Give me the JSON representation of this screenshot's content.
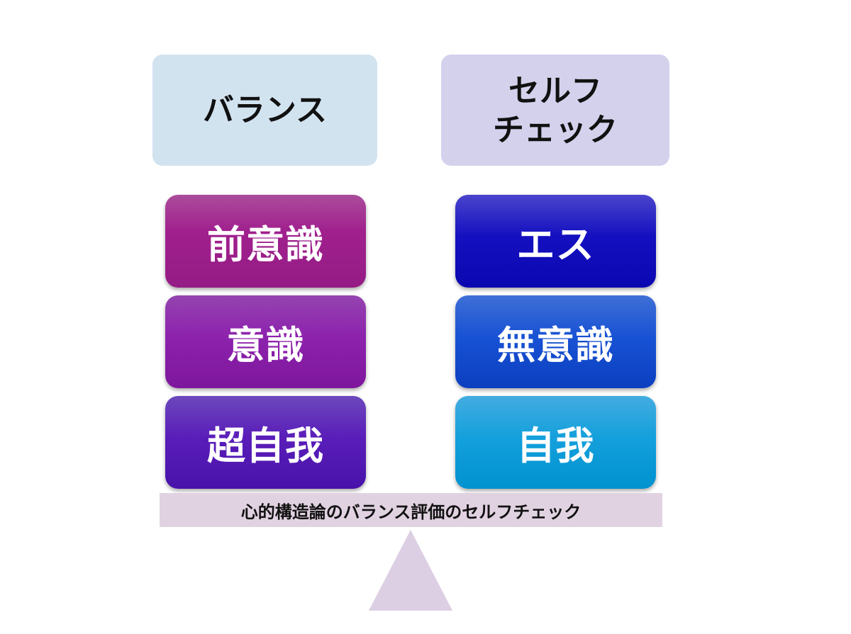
{
  "headers": {
    "left": "バランス",
    "right": "セルフ\nチェック"
  },
  "left_column": [
    "前意識",
    "意識",
    "超自我"
  ],
  "right_column": [
    "エス",
    "無意識",
    "自我"
  ],
  "banner": "心的構造論のバランス評価のセルフチェック",
  "colors": {
    "left_header": "#d2e3f0",
    "right_header": "#d3d1ec",
    "banner": "#e1d2e1",
    "fulcrum": "#dccfe3"
  }
}
